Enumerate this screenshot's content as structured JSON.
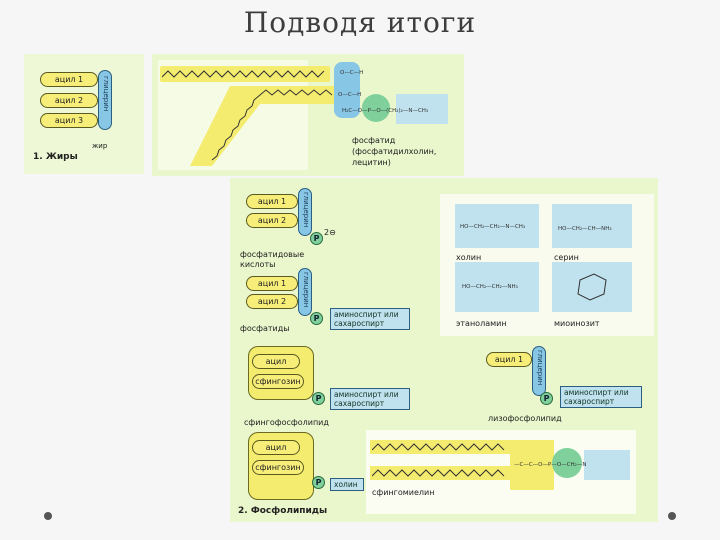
{
  "slide": {
    "title": "Подводя итоги"
  },
  "fats": {
    "acyl_labels": [
      "ацил 1",
      "ацил 2",
      "ацил 3"
    ],
    "glycerol_label": "глицерин",
    "fat_label": "жир",
    "caption": "1. Жиры"
  },
  "phosphatide": {
    "label_line1": "фосфатид",
    "label_line2": "(фосфатидилхолин,",
    "label_line3": "лецитин)"
  },
  "phospholipids": {
    "acyl_1": "ацил 1",
    "acyl_2": "ацил 2",
    "glycerol": "глицерин",
    "phosphatidic_acid_line1": "фосфатидовые",
    "phosphatidic_acid_line2": "кислоты",
    "phosphatides": "фосфатиды",
    "amino_alcohol_line1": "аминоспирт или",
    "amino_alcohol_line2": "сахароспирт",
    "charge": "2⊖",
    "p_symbol": "P",
    "acyl_sph": "ацил",
    "sphingosine": "сфингозин",
    "sphingophospholipid": "сфингофосфолипид",
    "lysophospholipid": "лизофосфолипид",
    "choline_tag": "холин",
    "sphingomyelin": "сфингомиелин",
    "caption": "2. Фосфолипиды"
  },
  "head_groups": {
    "choline": "холин",
    "serine": "серин",
    "ethanolamine": "этаноламин",
    "inositol": "миоинозит"
  }
}
